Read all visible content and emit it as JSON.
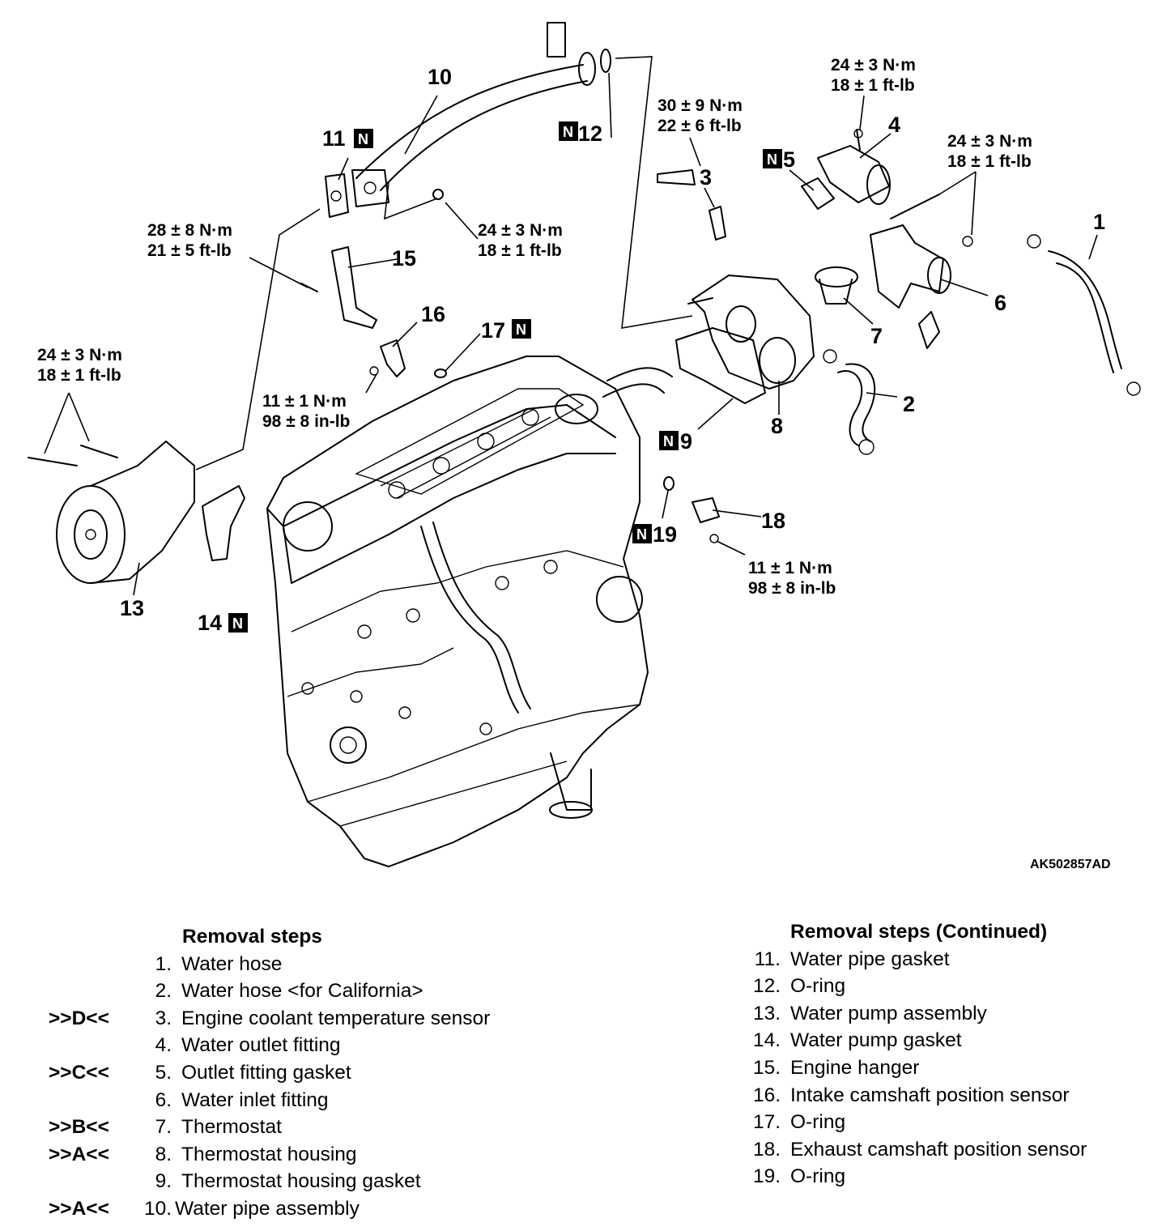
{
  "figure_id": "AK502857AD",
  "callouts": {
    "c1": "1",
    "c2": "2",
    "c3": "3",
    "c4": "4",
    "c5": "5",
    "c6": "6",
    "c7": "7",
    "c8": "8",
    "c9": "9",
    "c10": "10",
    "c11": "11",
    "c12": "12",
    "c13": "13",
    "c14": "14",
    "c15": "15",
    "c16": "16",
    "c17": "17",
    "c18": "18",
    "c19": "19"
  },
  "new_part_mark": "N",
  "torques": {
    "t1": [
      "24 ± 3 N·m",
      "18 ± 1 ft-lb"
    ],
    "t2": [
      "30 ± 9 N·m",
      "22 ± 6 ft-lb"
    ],
    "t3": [
      "24 ± 3 N·m",
      "18 ± 1 ft-lb"
    ],
    "t4": [
      "28 ± 8 N·m",
      "21 ± 5 ft-lb"
    ],
    "t5": [
      "24 ± 3 N·m",
      "18 ± 1 ft-lb"
    ],
    "t6": [
      "24 ± 3 N·m",
      "18 ± 1 ft-lb"
    ],
    "t7": [
      "11 ± 1 N·m",
      "98 ± 8 in-lb"
    ],
    "t8": [
      "11 ± 1 N·m",
      "98 ± 8 in-lb"
    ]
  },
  "steps_left": {
    "heading": "Removal steps",
    "items": [
      {
        "mark": "",
        "num": "1.",
        "label": "Water hose"
      },
      {
        "mark": "",
        "num": "2.",
        "label": "Water hose <for California>"
      },
      {
        "mark": ">>D<<",
        "num": "3.",
        "label": "Engine coolant temperature sensor"
      },
      {
        "mark": "",
        "num": "4.",
        "label": "Water outlet fitting"
      },
      {
        "mark": ">>C<<",
        "num": "5.",
        "label": "Outlet fitting gasket"
      },
      {
        "mark": "",
        "num": "6.",
        "label": "Water inlet fitting"
      },
      {
        "mark": ">>B<<",
        "num": "7.",
        "label": "Thermostat"
      },
      {
        "mark": ">>A<<",
        "num": "8.",
        "label": "Thermostat housing"
      },
      {
        "mark": "",
        "num": "9.",
        "label": "Thermostat housing gasket"
      },
      {
        "mark": ">>A<<",
        "num": "10.",
        "label": "Water pipe assembly"
      }
    ]
  },
  "steps_right": {
    "heading": "Removal steps (Continued)",
    "items": [
      {
        "num": "11.",
        "label": "Water pipe gasket"
      },
      {
        "num": "12.",
        "label": "O-ring"
      },
      {
        "num": "13.",
        "label": "Water pump assembly"
      },
      {
        "num": "14.",
        "label": "Water pump gasket"
      },
      {
        "num": "15.",
        "label": "Engine hanger"
      },
      {
        "num": "16.",
        "label": "Intake camshaft position sensor"
      },
      {
        "num": "17.",
        "label": "O-ring"
      },
      {
        "num": "18.",
        "label": "Exhaust camshaft position sensor"
      },
      {
        "num": "19.",
        "label": "O-ring"
      }
    ]
  }
}
